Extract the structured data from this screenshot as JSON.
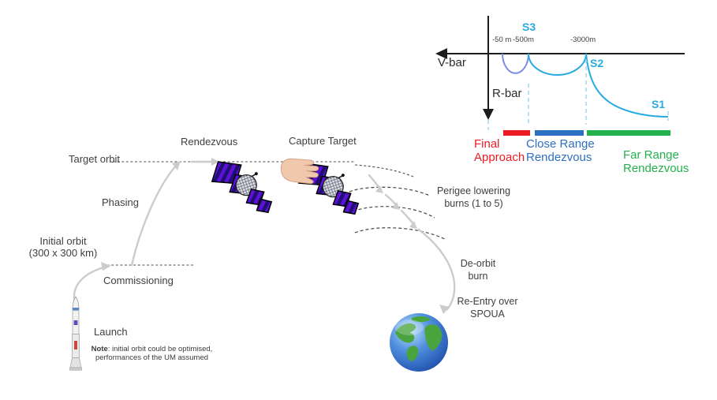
{
  "colors": {
    "ink": "#3e3e3e",
    "axis": "#1c1c1c",
    "cyan": "#29abe2",
    "arc-small": "#7b8ce8",
    "dash-blue": "#a8d8f0",
    "red": "#ec1c24",
    "blue": "#2d6fc0",
    "green": "#22b14c",
    "gray-arrow": "#cccccc"
  },
  "mission": {
    "launch": "Launch",
    "commissioning": "Commissioning",
    "initial_orbit_line1": "Initial orbit",
    "initial_orbit_line2": "(300 x 300 km)",
    "phasing": "Phasing",
    "target_orbit": "Target orbit",
    "rendezvous": "Rendezvous",
    "capture_target": "Capture Target",
    "perigee_line1": "Perigee lowering",
    "perigee_line2": "burns (1 to 5)",
    "deorbit_line1": "De-orbit",
    "deorbit_line2": "burn",
    "reentry_line1": "Re-Entry over",
    "reentry_line2": "SPOUA",
    "note_label": "Note",
    "note_line1": ": initial orbit could be optimised,",
    "note_line2": "performances of the UM assumed"
  },
  "inset": {
    "v_bar": "V-bar",
    "r_bar": "R-bar",
    "stations": {
      "s1": "S1",
      "s2": "S2",
      "s3": "S3"
    },
    "ticks": {
      "t50": "-50 m",
      "t500": "-500m",
      "t3000": "-3000m"
    },
    "phases": {
      "final_line1": "Final",
      "final_line2": "Approach",
      "close_line1": "Close Range",
      "close_line2": "Rendezvous",
      "far_line1": "Far Range",
      "far_line2": "Rendezvous"
    }
  }
}
